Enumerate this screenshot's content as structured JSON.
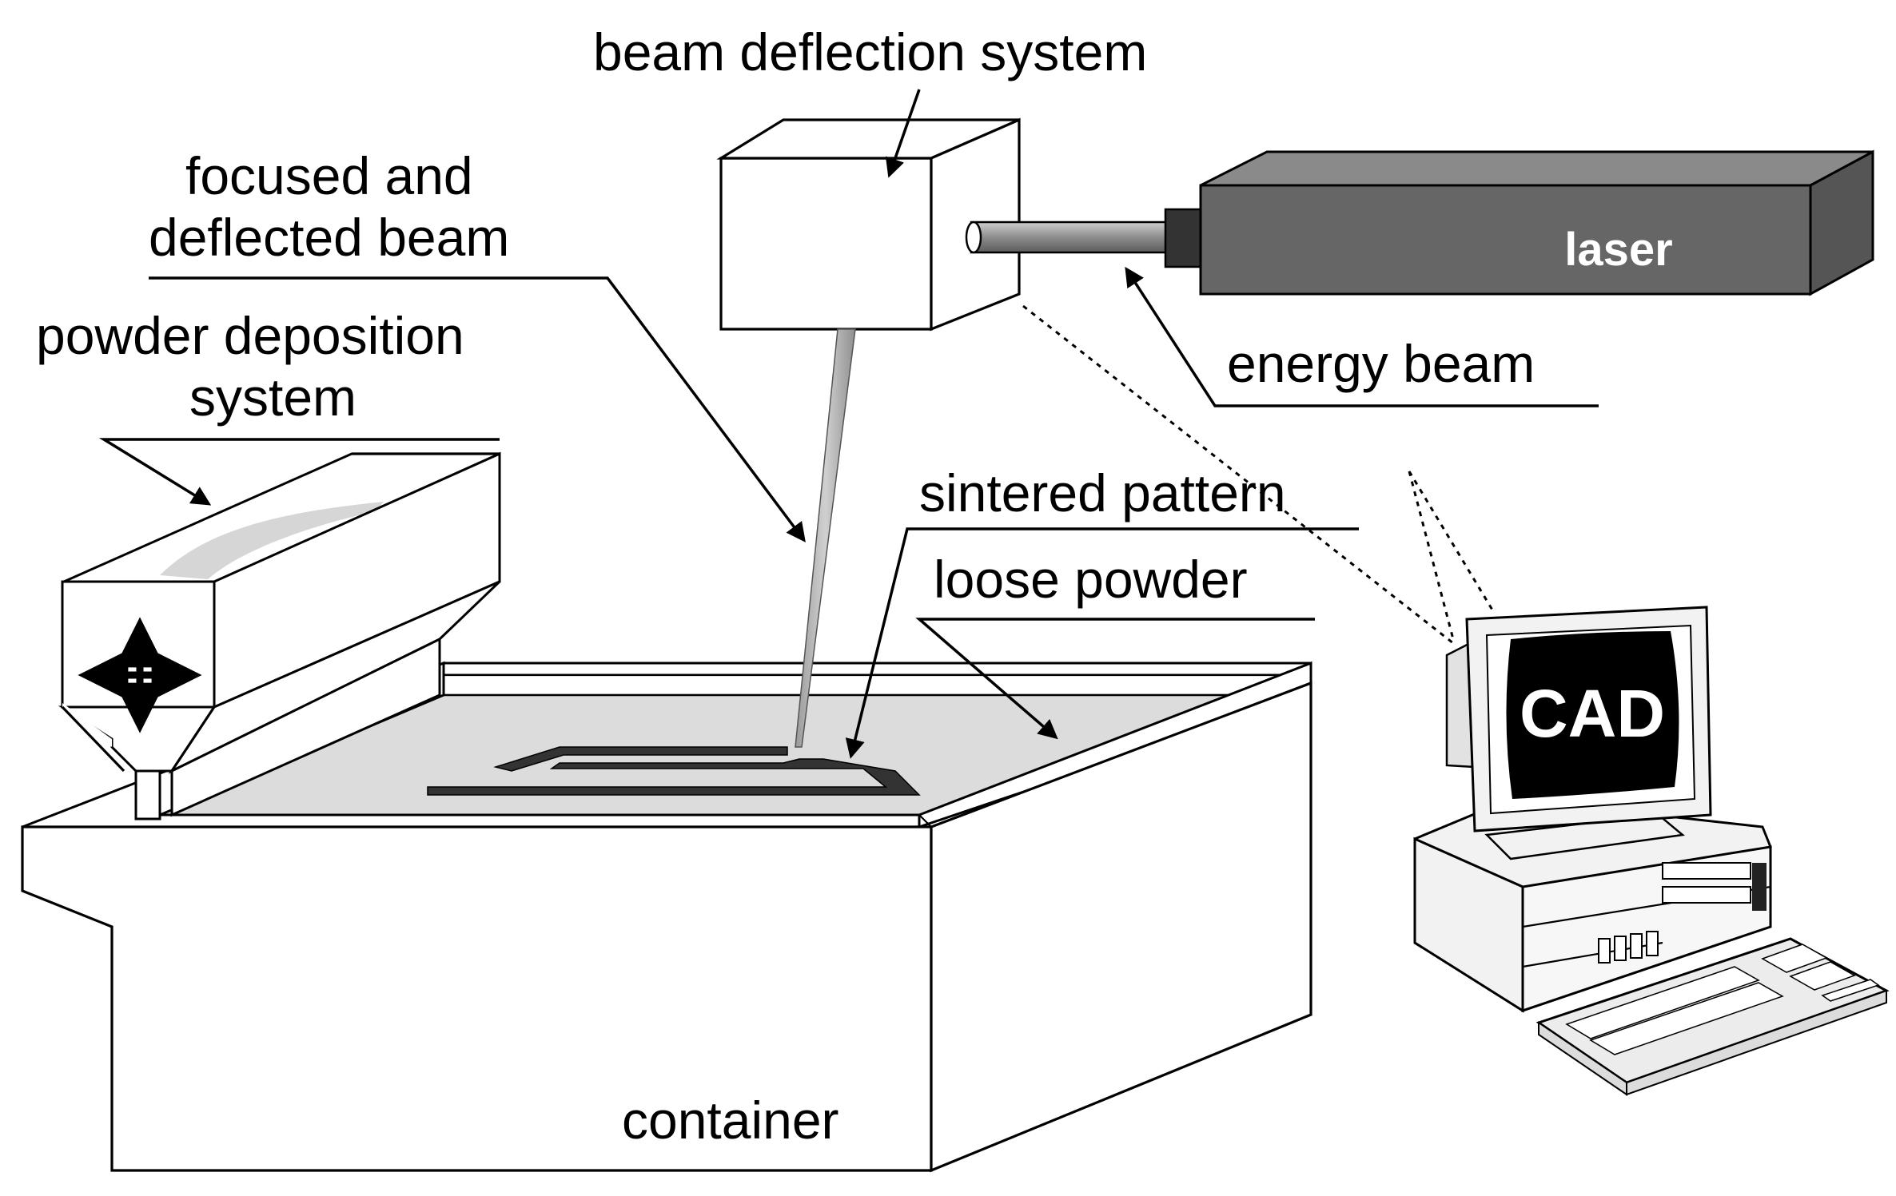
{
  "labels": {
    "beam_deflection_system": "beam deflection system",
    "focused_line1": "focused and",
    "focused_line2": "deflected beam",
    "powder_line1": "powder deposition",
    "powder_line2": "system",
    "energy_beam": "energy beam",
    "sintered_pattern": "sintered pattern",
    "loose_powder": "loose powder",
    "container": "container",
    "laser": "laser",
    "cad": "CAD"
  },
  "colors": {
    "line": "#000000",
    "laser_body": "#666666",
    "laser_top": "#8a8a8a",
    "powder_bed": "#dcdcdc",
    "beam": "#b0b0b0",
    "screen": "#000000",
    "computer": "#f2f2f2"
  },
  "icons": {
    "move_arrows": "four-way-move-icon"
  }
}
